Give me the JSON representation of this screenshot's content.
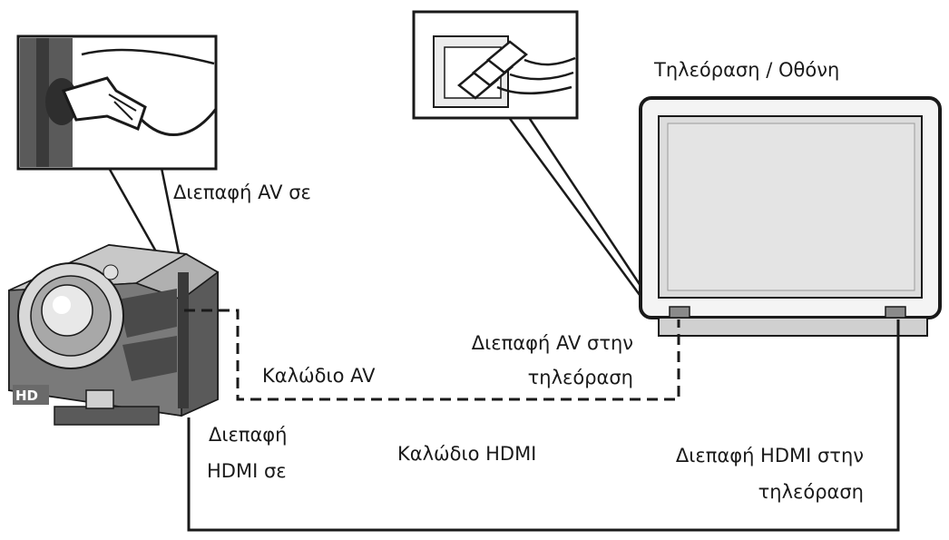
{
  "labels": {
    "tv_title": "Τηλεόραση / Οθόνη",
    "av_port_camera": "Διεπαφή AV σε",
    "av_cable": "Καλώδιο AV",
    "av_port_tv_line1": "Διεπαφή AV στην",
    "av_port_tv_line2": "τηλεόραση",
    "hdmi_port_camera_line1": "Διεπαφή",
    "hdmi_port_camera_line2": "HDMI σε",
    "hdmi_cable": "Καλώδιο HDMI",
    "hdmi_port_tv_line1": "Διεπαφή HDMI στην",
    "hdmi_port_tv_line2": "τηλεόραση"
  },
  "camera_badge": "HD",
  "icons": {
    "camera": "projector-camera-icon",
    "tv": "tv-monitor-icon",
    "plug_detail": "av-plug-closeup-icon",
    "rca_detail": "rca-plugs-closeup-icon"
  },
  "colors": {
    "ink": "#1a1a1a",
    "device_dark": "#4a4a4a",
    "device_mid": "#8a8a8a",
    "device_light": "#cfcfcf",
    "screen": "#dcdcdc"
  }
}
